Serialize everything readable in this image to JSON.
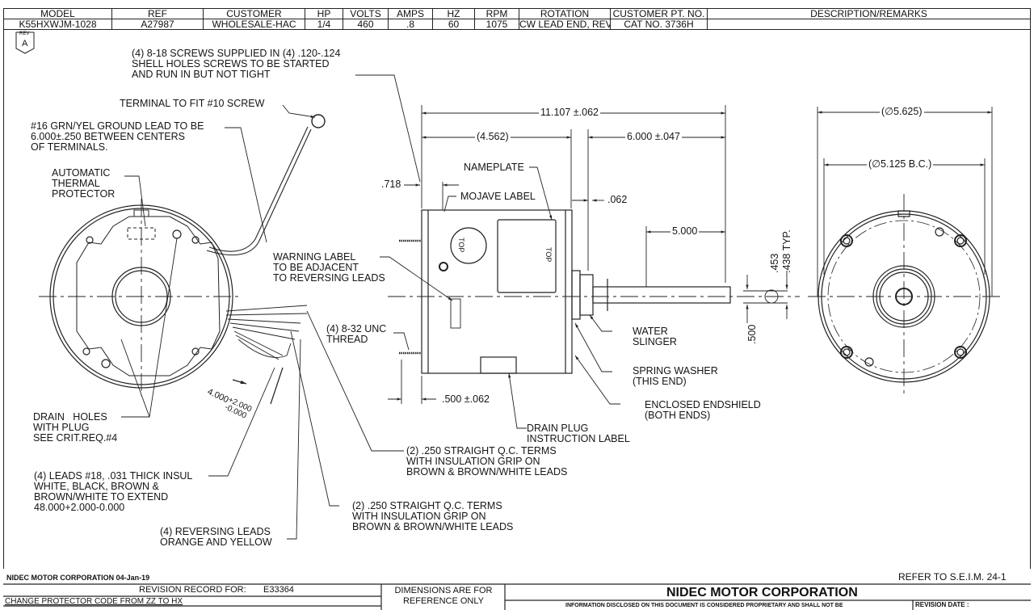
{
  "header_table": {
    "columns": [
      "MODEL",
      "REF",
      "CUSTOMER",
      "HP",
      "VOLTS",
      "AMPS",
      "HZ",
      "RPM",
      "ROTATION",
      "CUSTOMER PT. NO.",
      "DESCRIPTION/REMARKS"
    ],
    "values": [
      "K55HXWJM-1028",
      "A27987",
      "WHOLESALE-HAC",
      "1/4",
      "460",
      ".8",
      "60",
      "1075",
      "CW LEAD END, REV",
      "CAT NO. 3736H",
      ""
    ]
  },
  "revision_badge": {
    "top": "REV",
    "letter": "A"
  },
  "annotations": {
    "screws": "(4) 8-18 SCREWS SUPPLIED IN (4) .120-.124\nSHELL HOLES SCREWS TO BE STARTED\nAND RUN IN BUT NOT TIGHT",
    "terminal": "TERMINAL TO FIT #10 SCREW",
    "ground_lead": "#16 GRN/YEL GROUND LEAD TO BE\n6.000±.250 BETWEEN CENTERS\nOF TERMINALS.",
    "thermal": "AUTOMATIC\nTHERMAL\nPROTECTOR",
    "warning_label": "WARNING LABEL\nTO BE ADJACENT\nTO REVERSING LEADS",
    "thread": "(4) 8-32 UNC\nTHREAD",
    "nameplate": "NAMEPLATE",
    "mojave": "MOJAVE LABEL",
    "water_slinger": "WATER\nSLINGER",
    "spring_washer": "SPRING WASHER\n(THIS END)",
    "endshield": "ENCLOSED ENDSHIELD\n(BOTH ENDS)",
    "drain_plug": "DRAIN PLUG\nINSTRUCTION LABEL",
    "qc_terms_1": "(2) .250 STRAIGHT Q.C. TERMS\nWITH INSULATION GRIP ON\nBROWN & BROWN/WHITE LEADS",
    "qc_terms_2": "(2) .250 STRAIGHT Q.C. TERMS\nWITH INSULATION GRIP ON\nBROWN & BROWN/WHITE LEADS",
    "drain_holes": "DRAIN   HOLES\nWITH PLUG\nSEE CRIT.REQ.#4",
    "leads": "(4) LEADS #18, .031 THICK INSUL\nWHITE, BLACK, BROWN &\nBROWN/WHITE TO EXTEND\n48.000+2.000-0.000",
    "reversing_leads": "(4) REVERSING LEADS\nORANGE AND YELLOW",
    "top_small_1": "TOP",
    "top_small_2": "TOP"
  },
  "dimensions": {
    "overall": "11.107 ±.062",
    "body": "(4.562)",
    "shaft": "6.000 ±.047",
    "shaft_flat": "5.000",
    "offset_718": ".718",
    "gap_062": ".062",
    "stud_500": ".500 ±.062",
    "shaft_dia_500": ".500",
    "flat_453": ".453",
    "flat_438": ".438 TYP.",
    "outer_dia": "(∅5.625)",
    "bolt_circle": "(∅5.125 B.C.)",
    "lead_len_base": "4.000",
    "lead_len_plus": "+2.000",
    "lead_len_minus": "-0.000"
  },
  "footer": {
    "company_date": "NIDEC MOTOR CORPORATION 04-Jan-19",
    "refer": "REFER TO S.E.I.M. 24-1",
    "revision_record_label": "REVISION RECORD FOR:",
    "revision_record_no": "E33364",
    "change_note": "CHANGE PROTECTOR CODE FROM ZZ TO HX",
    "dimensions_note": "DIMENSIONS ARE FOR\nREFERENCE ONLY",
    "company": "NIDEC MOTOR CORPORATION",
    "proprietary": "INFORMATION DISCLOSED ON THIS DOCUMENT IS CONSIDERED PROPRIETARY AND SHALL NOT BE",
    "revision_date_label": "REVISION DATE :"
  }
}
